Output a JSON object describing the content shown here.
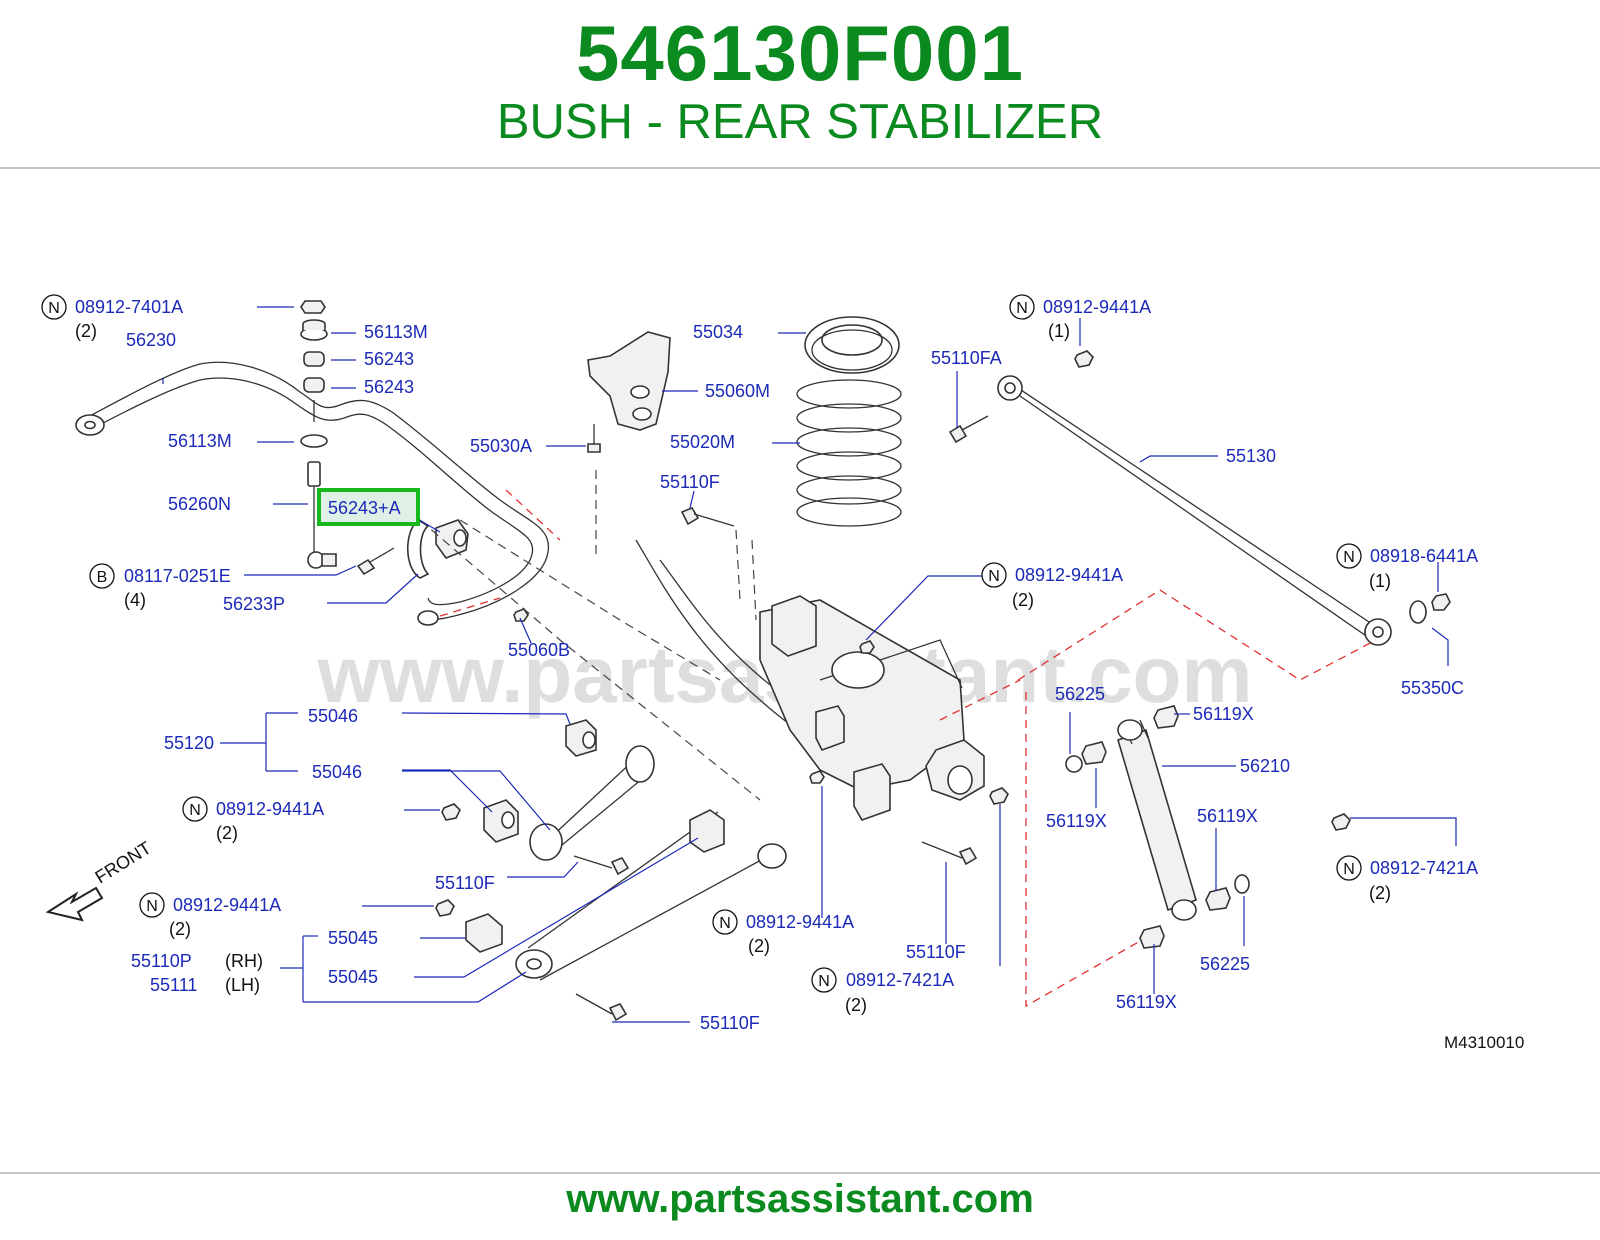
{
  "header": {
    "part_number": "546130F001",
    "description": "BUSH - REAR STABILIZER"
  },
  "diagram": {
    "watermark": "www.partsassistant.com",
    "code": "M4310010",
    "front": "FRONT",
    "callouts": {
      "n1": {
        "mark": "N",
        "label": "08912-7401A",
        "qty": "(2)"
      },
      "n2": {
        "mark": "N",
        "label": "08912-9441A",
        "qty": "(1)"
      },
      "n3": {
        "mark": "N",
        "label": "08912-9441A",
        "qty": "(2)"
      },
      "n4": {
        "mark": "N",
        "label": "08918-6441A",
        "qty": "(1)"
      },
      "n5": {
        "mark": "N",
        "label": "08912-9441A",
        "qty": "(2)"
      },
      "n6": {
        "mark": "N",
        "label": "08912-9441A",
        "qty": "(2)"
      },
      "n7": {
        "mark": "N",
        "label": "08912-9441A",
        "qty": "(2)"
      },
      "n8": {
        "mark": "N",
        "label": "08912-7421A",
        "qty": "(2)"
      },
      "n9": {
        "mark": "N",
        "label": "08912-7421A",
        "qty": "(2)"
      },
      "b1": {
        "mark": "B",
        "label": "08117-0251E",
        "qty": "(4)"
      }
    },
    "labels": {
      "l56113m_a": "56113M",
      "l56230": "56230",
      "l56243_a": "56243",
      "l56243_b": "56243",
      "l56113m_b": "56113M",
      "l56260n": "56260N",
      "l56243a": "56243+A",
      "l56233p": "56233P",
      "l55060b": "55060B",
      "l55034": "55034",
      "l55060m": "55060M",
      "l55030a": "55030A",
      "l55020m": "55020M",
      "l55110f_a": "55110F",
      "l55110fa": "55110FA",
      "l55130": "55130",
      "l55350c": "55350C",
      "l55046_a": "55046",
      "l55120": "55120",
      "l55046_b": "55046",
      "l55110f_b": "55110F",
      "l55045_a": "55045",
      "l55045_b": "55045",
      "l55110p": "55110P",
      "l55111": "55111",
      "lrh": "(RH)",
      "llh": "(LH)",
      "l55110f_c": "55110F",
      "l55110f_d": "55110F",
      "l56225_a": "56225",
      "l56119x_a": "56119X",
      "l56210": "56210",
      "l56119x_b": "56119X",
      "l56119x_c": "56119X",
      "l56225_b": "56225",
      "l56119x_d": "56119X"
    }
  },
  "footer": {
    "url": "www.partsassistant.com"
  },
  "colors": {
    "brand_green": "#0b8a1f",
    "label_blue": "#1c2ab8",
    "highlight_green": "#16b81c"
  }
}
